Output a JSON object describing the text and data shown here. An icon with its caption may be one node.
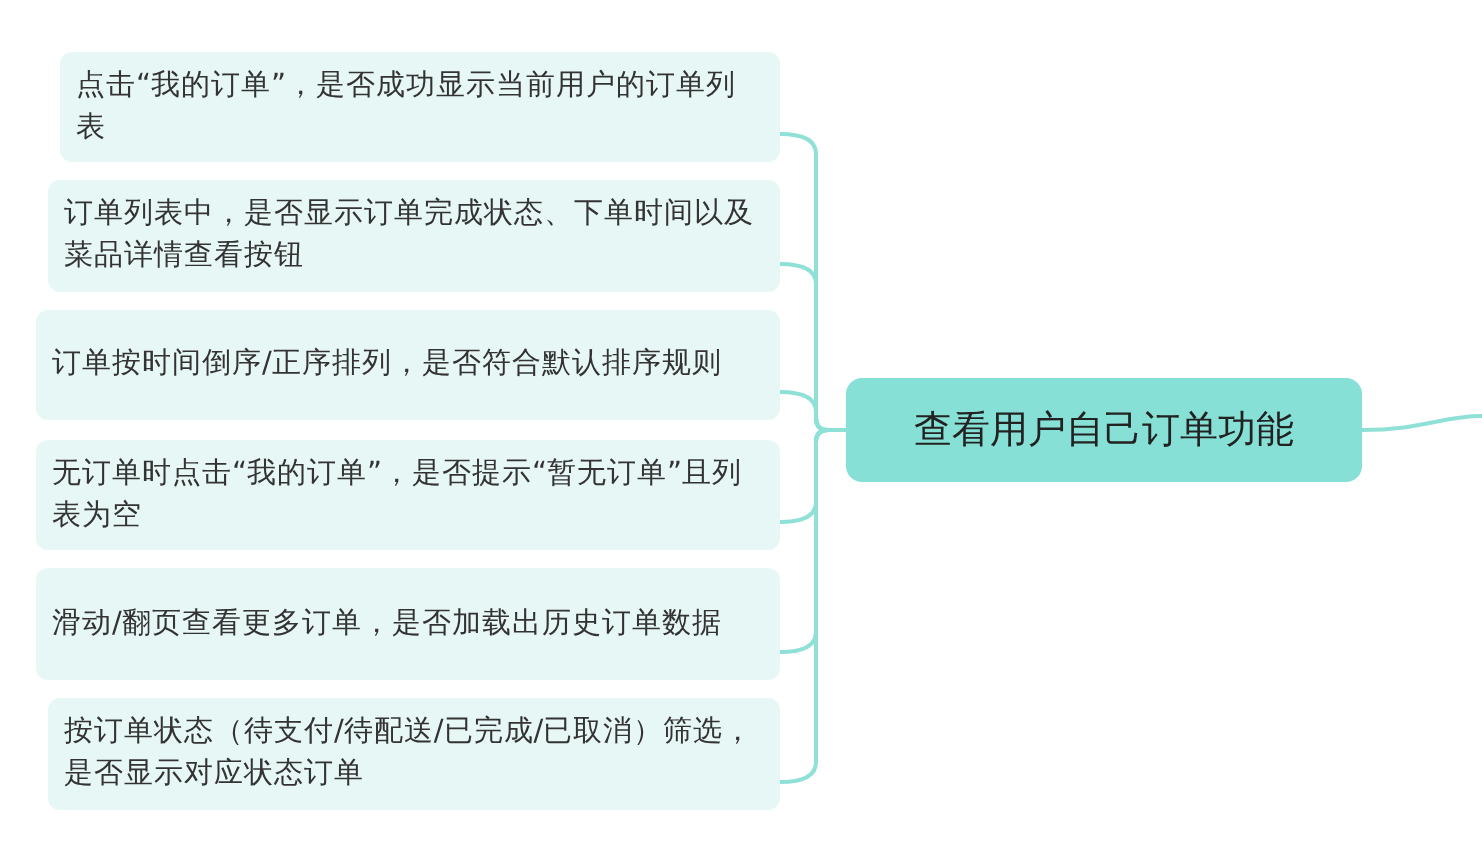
{
  "diagram": {
    "nodes": [
      {
        "text": [
          "查看用户自己订单功能"
        ]
      },
      {
        "text": [
          "点击“我的订单”，是否成功显示当前用户的订单列表"
        ]
      },
      {
        "text": [
          "订单列表中，是否显示订单完成状态、下单时间以及菜品详情查看按钮"
        ]
      },
      {
        "text": [
          "订单按时间倒序/正序排列，是否符合默认排序规则"
        ]
      },
      {
        "text": [
          "无订单时点击“我的订单”，是否提示“暂无订单”且列表为空"
        ]
      },
      {
        "text": [
          "滑动/翻页查看更多订单，是否加载出历史订单数据"
        ]
      },
      {
        "text": [
          "按订单状态（待支付/待配送/已完成/已取消）筛选，是否显示对应状态订单"
        ]
      }
    ],
    "edges": [
      {
        "from": 0,
        "to": 1,
        "arrow": "none"
      },
      {
        "from": 0,
        "to": 2,
        "arrow": "none"
      },
      {
        "from": 0,
        "to": 3,
        "arrow": "none"
      },
      {
        "from": 0,
        "to": 4,
        "arrow": "none"
      },
      {
        "from": 0,
        "to": 5,
        "arrow": "none"
      },
      {
        "from": 0,
        "to": 6,
        "arrow": "none"
      },
      {
        "from": 0,
        "to": null,
        "arrow": "none"
      }
    ]
  }
}
